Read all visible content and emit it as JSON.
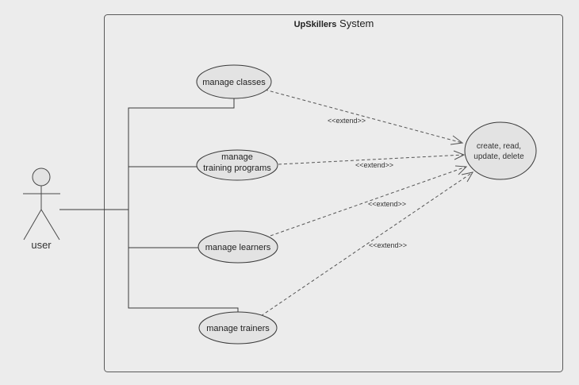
{
  "system": {
    "title_bold": "UpSkillers",
    "title_rest": " System"
  },
  "actor": {
    "label": "user"
  },
  "use_cases": {
    "manage_classes": [
      "manage classes"
    ],
    "manage_training_programs": [
      "manage",
      "training programs"
    ],
    "manage_learners": [
      "manage learners"
    ],
    "manage_trainers": [
      "manage trainers"
    ],
    "crud": [
      "create, read,",
      "update, delete"
    ]
  },
  "relations": {
    "extend_label": "<<extend>>"
  },
  "colors": {
    "background": "#ececec",
    "use_case_fill": "#e3e3e3",
    "line": "#3a3a3a"
  }
}
